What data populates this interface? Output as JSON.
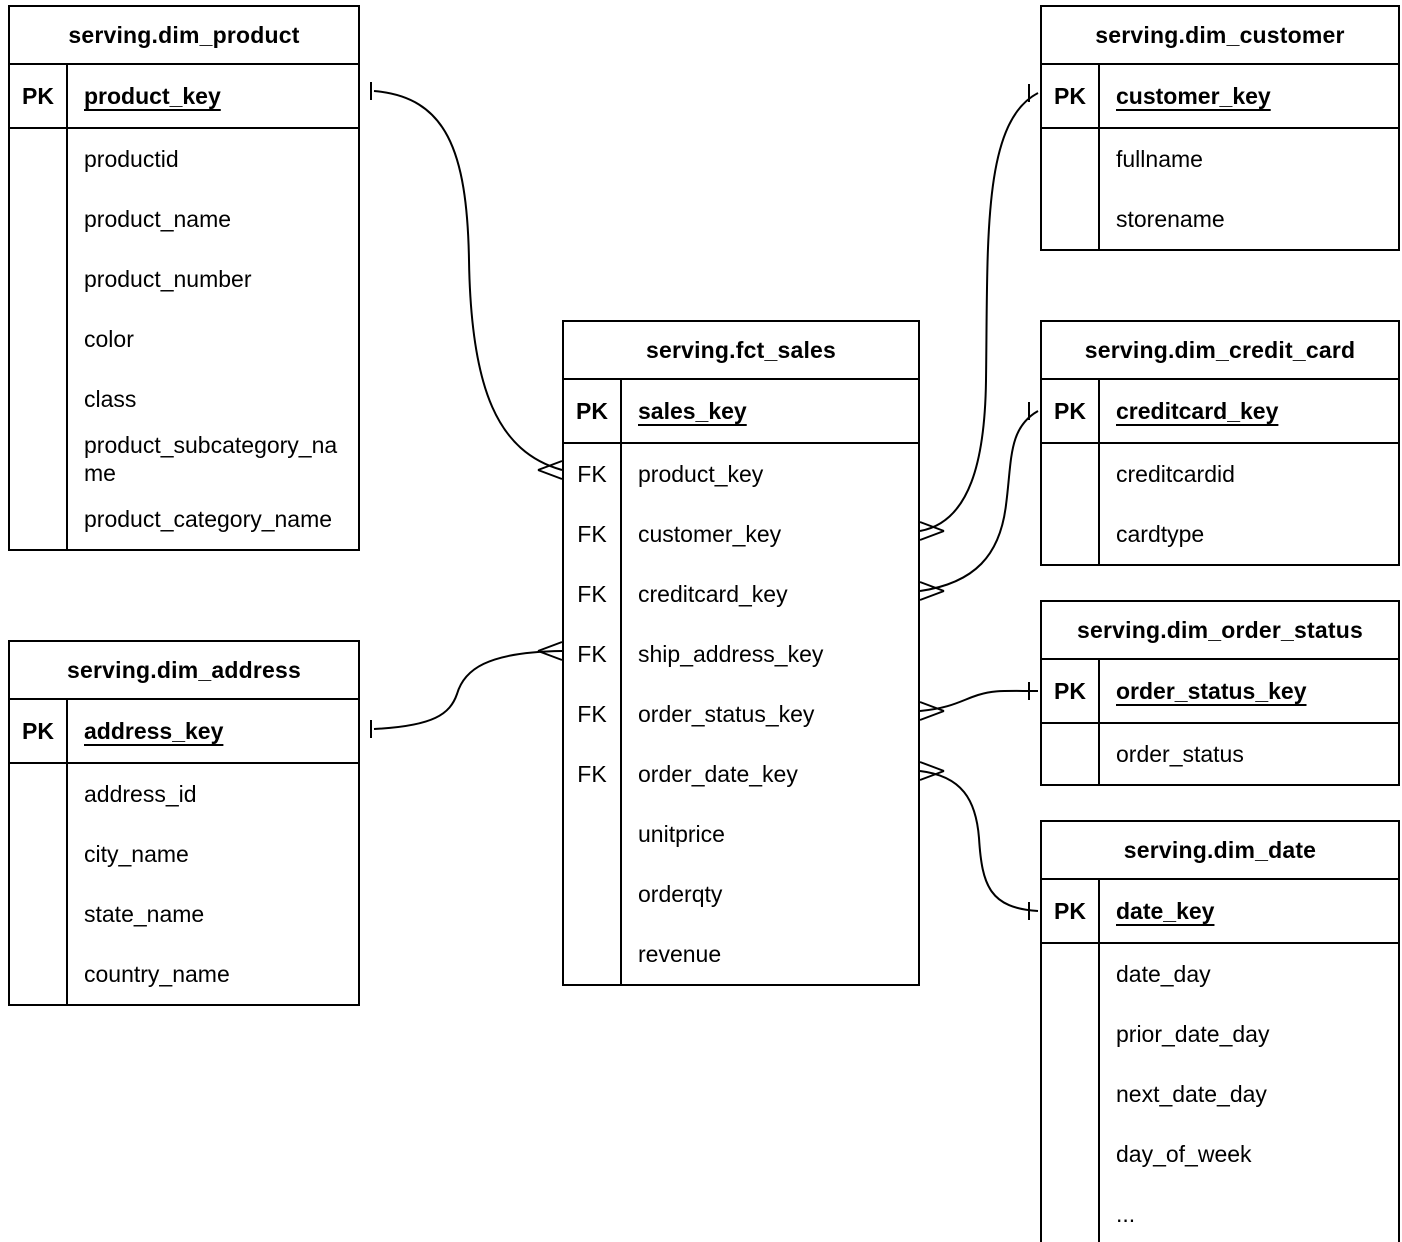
{
  "tables": [
    {
      "id": "dim_product",
      "title": "serving.dim_product",
      "pk_row": {
        "key": "PK",
        "name": "product_key"
      },
      "fields": [
        {
          "key": "",
          "name": "productid"
        },
        {
          "key": "",
          "name": "product_name"
        },
        {
          "key": "",
          "name": "product_number"
        },
        {
          "key": "",
          "name": "color"
        },
        {
          "key": "",
          "name": "class"
        },
        {
          "key": "",
          "name": "product_subcategory_name"
        },
        {
          "key": "",
          "name": "product_category_name"
        }
      ]
    },
    {
      "id": "dim_customer",
      "title": "serving.dim_customer",
      "pk_row": {
        "key": "PK",
        "name": "customer_key"
      },
      "fields": [
        {
          "key": "",
          "name": "fullname"
        },
        {
          "key": "",
          "name": "storename"
        }
      ]
    },
    {
      "id": "fct_sales",
      "title": "serving.fct_sales",
      "pk_row": {
        "key": "PK",
        "name": "sales_key"
      },
      "fields": [
        {
          "key": "FK",
          "name": "product_key"
        },
        {
          "key": "FK",
          "name": "customer_key"
        },
        {
          "key": "FK",
          "name": "creditcard_key"
        },
        {
          "key": "FK",
          "name": "ship_address_key"
        },
        {
          "key": "FK",
          "name": "order_status_key"
        },
        {
          "key": "FK",
          "name": "order_date_key"
        },
        {
          "key": "",
          "name": "unitprice"
        },
        {
          "key": "",
          "name": "orderqty"
        },
        {
          "key": "",
          "name": "revenue"
        }
      ]
    },
    {
      "id": "dim_credit_card",
      "title": "serving.dim_credit_card",
      "pk_row": {
        "key": "PK",
        "name": "creditcard_key"
      },
      "fields": [
        {
          "key": "",
          "name": "creditcardid"
        },
        {
          "key": "",
          "name": "cardtype"
        }
      ]
    },
    {
      "id": "dim_order_status",
      "title": "serving.dim_order_status",
      "pk_row": {
        "key": "PK",
        "name": "order_status_key"
      },
      "fields": [
        {
          "key": "",
          "name": "order_status"
        }
      ]
    },
    {
      "id": "dim_date",
      "title": "serving.dim_date",
      "pk_row": {
        "key": "PK",
        "name": "date_key"
      },
      "fields": [
        {
          "key": "",
          "name": "date_day"
        },
        {
          "key": "",
          "name": "prior_date_day"
        },
        {
          "key": "",
          "name": "next_date_day"
        },
        {
          "key": "",
          "name": "day_of_week"
        },
        {
          "key": "",
          "name": "..."
        }
      ]
    },
    {
      "id": "dim_address",
      "title": "serving.dim_address",
      "pk_row": {
        "key": "PK",
        "name": "address_key"
      },
      "fields": [
        {
          "key": "",
          "name": "address_id"
        },
        {
          "key": "",
          "name": "city_name"
        },
        {
          "key": "",
          "name": "state_name"
        },
        {
          "key": "",
          "name": "country_name"
        }
      ]
    }
  ],
  "relationships": [
    {
      "from": "serving.fct_sales.product_key",
      "from_cardinality": "many",
      "to": "serving.dim_product.product_key",
      "to_cardinality": "one"
    },
    {
      "from": "serving.fct_sales.customer_key",
      "from_cardinality": "many",
      "to": "serving.dim_customer.customer_key",
      "to_cardinality": "one"
    },
    {
      "from": "serving.fct_sales.creditcard_key",
      "from_cardinality": "many",
      "to": "serving.dim_credit_card.creditcard_key",
      "to_cardinality": "one"
    },
    {
      "from": "serving.fct_sales.ship_address_key",
      "from_cardinality": "many",
      "to": "serving.dim_address.address_key",
      "to_cardinality": "one"
    },
    {
      "from": "serving.fct_sales.order_status_key",
      "from_cardinality": "many",
      "to": "serving.dim_order_status.order_status_key",
      "to_cardinality": "one"
    },
    {
      "from": "serving.fct_sales.order_date_key",
      "from_cardinality": "many",
      "to": "serving.dim_date.date_key",
      "to_cardinality": "one"
    }
  ],
  "colors": {
    "line": "#000000",
    "text": "#000000",
    "background": "#ffffff"
  }
}
